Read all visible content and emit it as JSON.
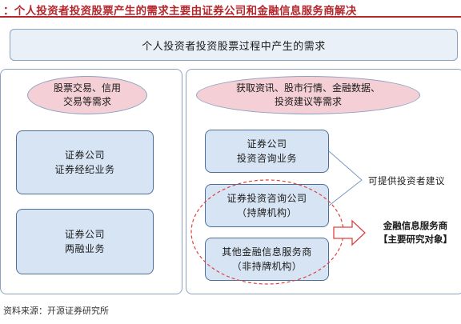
{
  "title": "：个人投资者投资股票产生的需求主要由证券公司和金融信息服务商解决",
  "header": "个人投资者投资股票过程中产生的需求",
  "left_panel": {
    "ellipse_lines": [
      "股票交易、信用",
      "交易等需求"
    ],
    "card1_lines": [
      "证券公司",
      "证券经纪业务"
    ],
    "card2_lines": [
      "证券公司",
      "两融业务"
    ]
  },
  "right_panel": {
    "ellipse_lines": [
      "获取资讯、股市行情、金融数据、",
      "投资建议等需求"
    ],
    "card1_lines": [
      "证券公司",
      "投资咨询业务"
    ],
    "card2_lines": [
      "证券投资咨询公司",
      "（持牌机构）"
    ],
    "card3_lines": [
      "其他金融信息服务商",
      "（非持牌机构）"
    ]
  },
  "side_label": "可提供投资者建议",
  "target_lines": [
    "金融信息服务商",
    "【主要研究对象】"
  ],
  "source": "资料来源：开源证券研究所",
  "colors": {
    "accent": "#b3272d",
    "ellipse_fill": "#f5cfd6",
    "card_fill": "#d7e4f3",
    "card_border": "#4e6e9a",
    "arrow": "#e0413f"
  }
}
